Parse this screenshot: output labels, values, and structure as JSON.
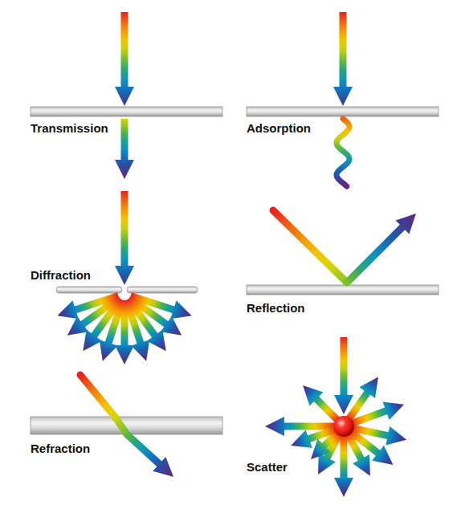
{
  "diagram": {
    "labels": [
      "Transmission",
      "Adsorption",
      "Diffraction",
      "Reflection",
      "Refraction",
      "Scatter"
    ]
  }
}
